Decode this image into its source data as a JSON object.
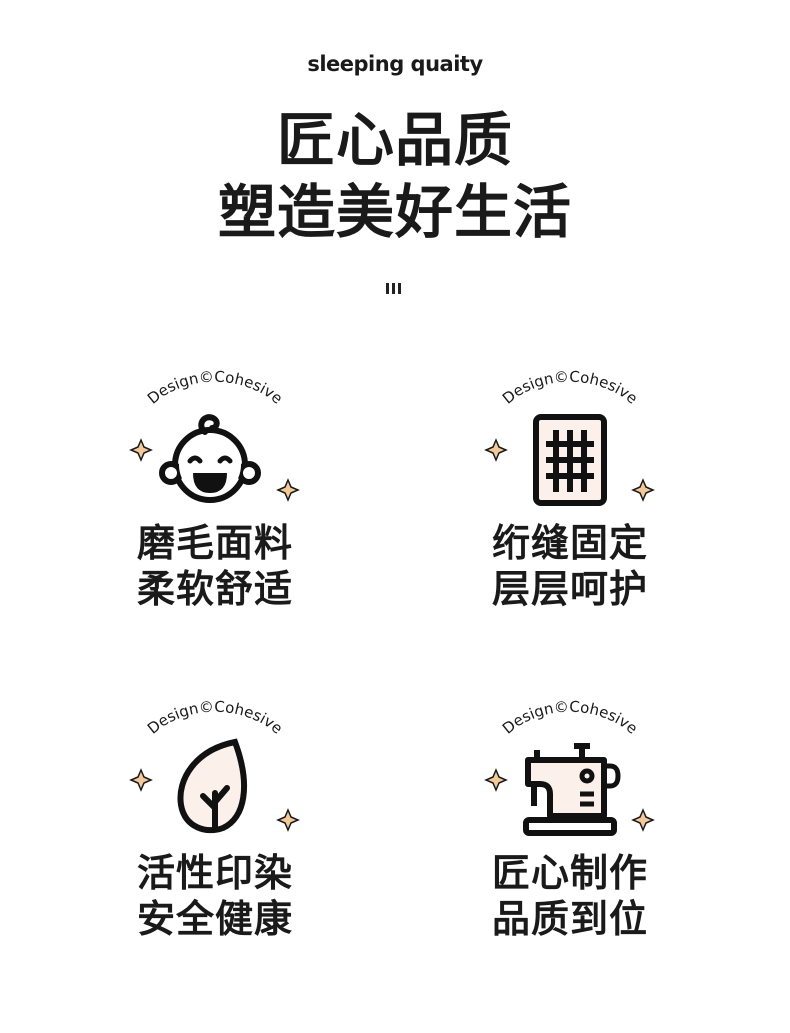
{
  "header": {
    "subtitle": "sleeping quaity",
    "title_line1": "匠心品质",
    "title_line2": "塑造美好生活"
  },
  "badge_text": "Design©Cohesive",
  "colors": {
    "text": "#1a1a1a",
    "sparkle": "#f4c99a",
    "icon_fill": "#fbf1ea"
  },
  "features": [
    {
      "icon": "baby-face-icon",
      "line1": "磨毛面料",
      "line2": "柔软舒适"
    },
    {
      "icon": "grid-stitch-icon",
      "line1": "绗缝固定",
      "line2": "层层呵护"
    },
    {
      "icon": "leaf-icon",
      "line1": "活性印染",
      "line2": "安全健康"
    },
    {
      "icon": "sewing-machine-icon",
      "line1": "匠心制作",
      "line2": "品质到位"
    }
  ]
}
